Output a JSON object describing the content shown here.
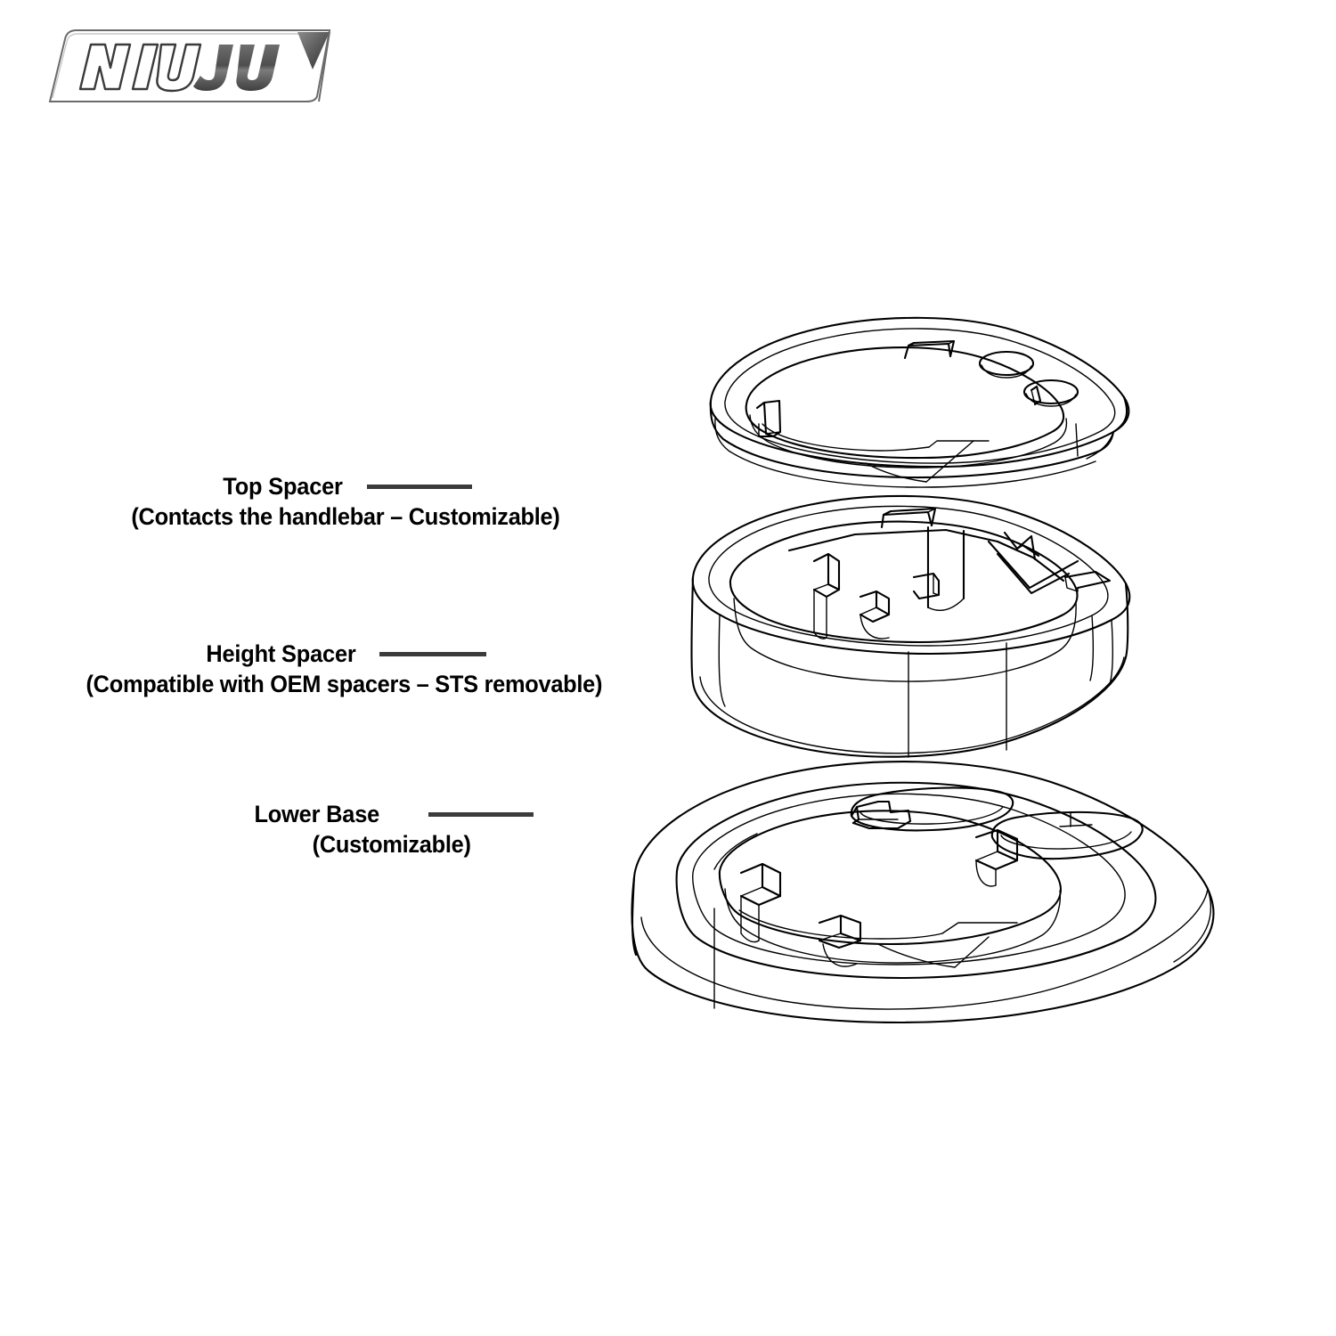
{
  "page": {
    "background_color": "#ffffff",
    "type": "exploded-assembly-diagram"
  },
  "brand": {
    "logo_name": "niu-ju-logo",
    "word_outline": "NIU",
    "word_solid": "JU",
    "frame_stroke_color": "#4a4a4a",
    "solid_text_color": "#5a5a5a",
    "accent_shape": "triangle-accent"
  },
  "leader_line": {
    "color": "#3b3b3b",
    "thickness_px": 5
  },
  "callouts": [
    {
      "id": "top-spacer",
      "title": "Top Spacer",
      "subtitle": "(Contacts the handlebar – Customizable)"
    },
    {
      "id": "height-spacer",
      "title": "Height Spacer",
      "subtitle": "(Compatible with OEM spacers – STS removable)"
    },
    {
      "id": "lower-base",
      "title": "Lower Base",
      "subtitle": "(Customizable)"
    }
  ],
  "parts": [
    {
      "id": "top-spacer-part",
      "name": "top-spacer-drawing",
      "description": "Thin teardrop-shaped ring spacer with two circular bolt holes and interior oval bore with keying notches"
    },
    {
      "id": "height-spacer-part",
      "name": "height-spacer-drawing",
      "description": "Tall hollow teardrop shell with internal ribs and keying tabs"
    },
    {
      "id": "lower-base-part",
      "name": "lower-base-drawing",
      "description": "Domed teardrop base with recessed oval bore, two rounded rectangular pockets and internal locating tabs"
    }
  ]
}
